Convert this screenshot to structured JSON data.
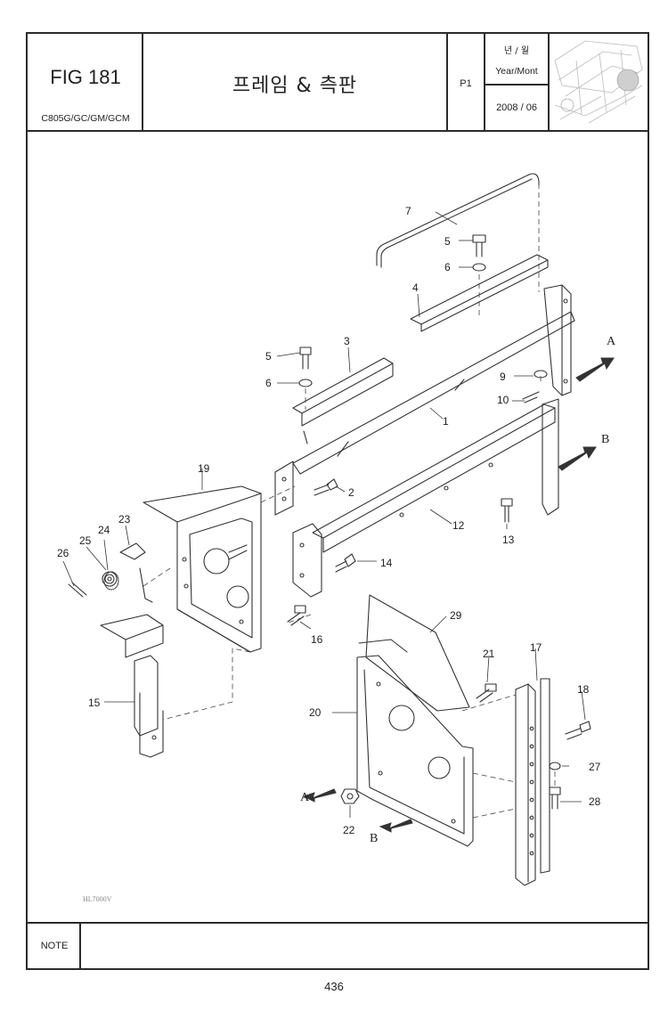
{
  "header": {
    "fig_number": "FIG 181",
    "model": "C805G/GC/GM/GCM",
    "title": "프레임 & 측판",
    "page_code": "P1",
    "year_month_korean": "년 / 월",
    "year_month_english": "Year/Mont",
    "date": "2008 / 06"
  },
  "parts": [
    {
      "no": "1"
    },
    {
      "no": "2"
    },
    {
      "no": "3"
    },
    {
      "no": "4"
    },
    {
      "no": "5"
    },
    {
      "no": "5"
    },
    {
      "no": "6"
    },
    {
      "no": "6"
    },
    {
      "no": "7"
    },
    {
      "no": "9"
    },
    {
      "no": "10"
    },
    {
      "no": "12"
    },
    {
      "no": "13"
    },
    {
      "no": "14"
    },
    {
      "no": "15"
    },
    {
      "no": "16"
    },
    {
      "no": "17"
    },
    {
      "no": "18"
    },
    {
      "no": "19"
    },
    {
      "no": "20"
    },
    {
      "no": "21"
    },
    {
      "no": "22"
    },
    {
      "no": "23"
    },
    {
      "no": "24"
    },
    {
      "no": "25"
    },
    {
      "no": "26"
    },
    {
      "no": "27"
    },
    {
      "no": "28"
    },
    {
      "no": "29"
    }
  ],
  "directions": [
    "A",
    "B",
    "A",
    "B"
  ],
  "reference_code": "HL7000V",
  "note_label": "NOTE",
  "page_number": "436"
}
